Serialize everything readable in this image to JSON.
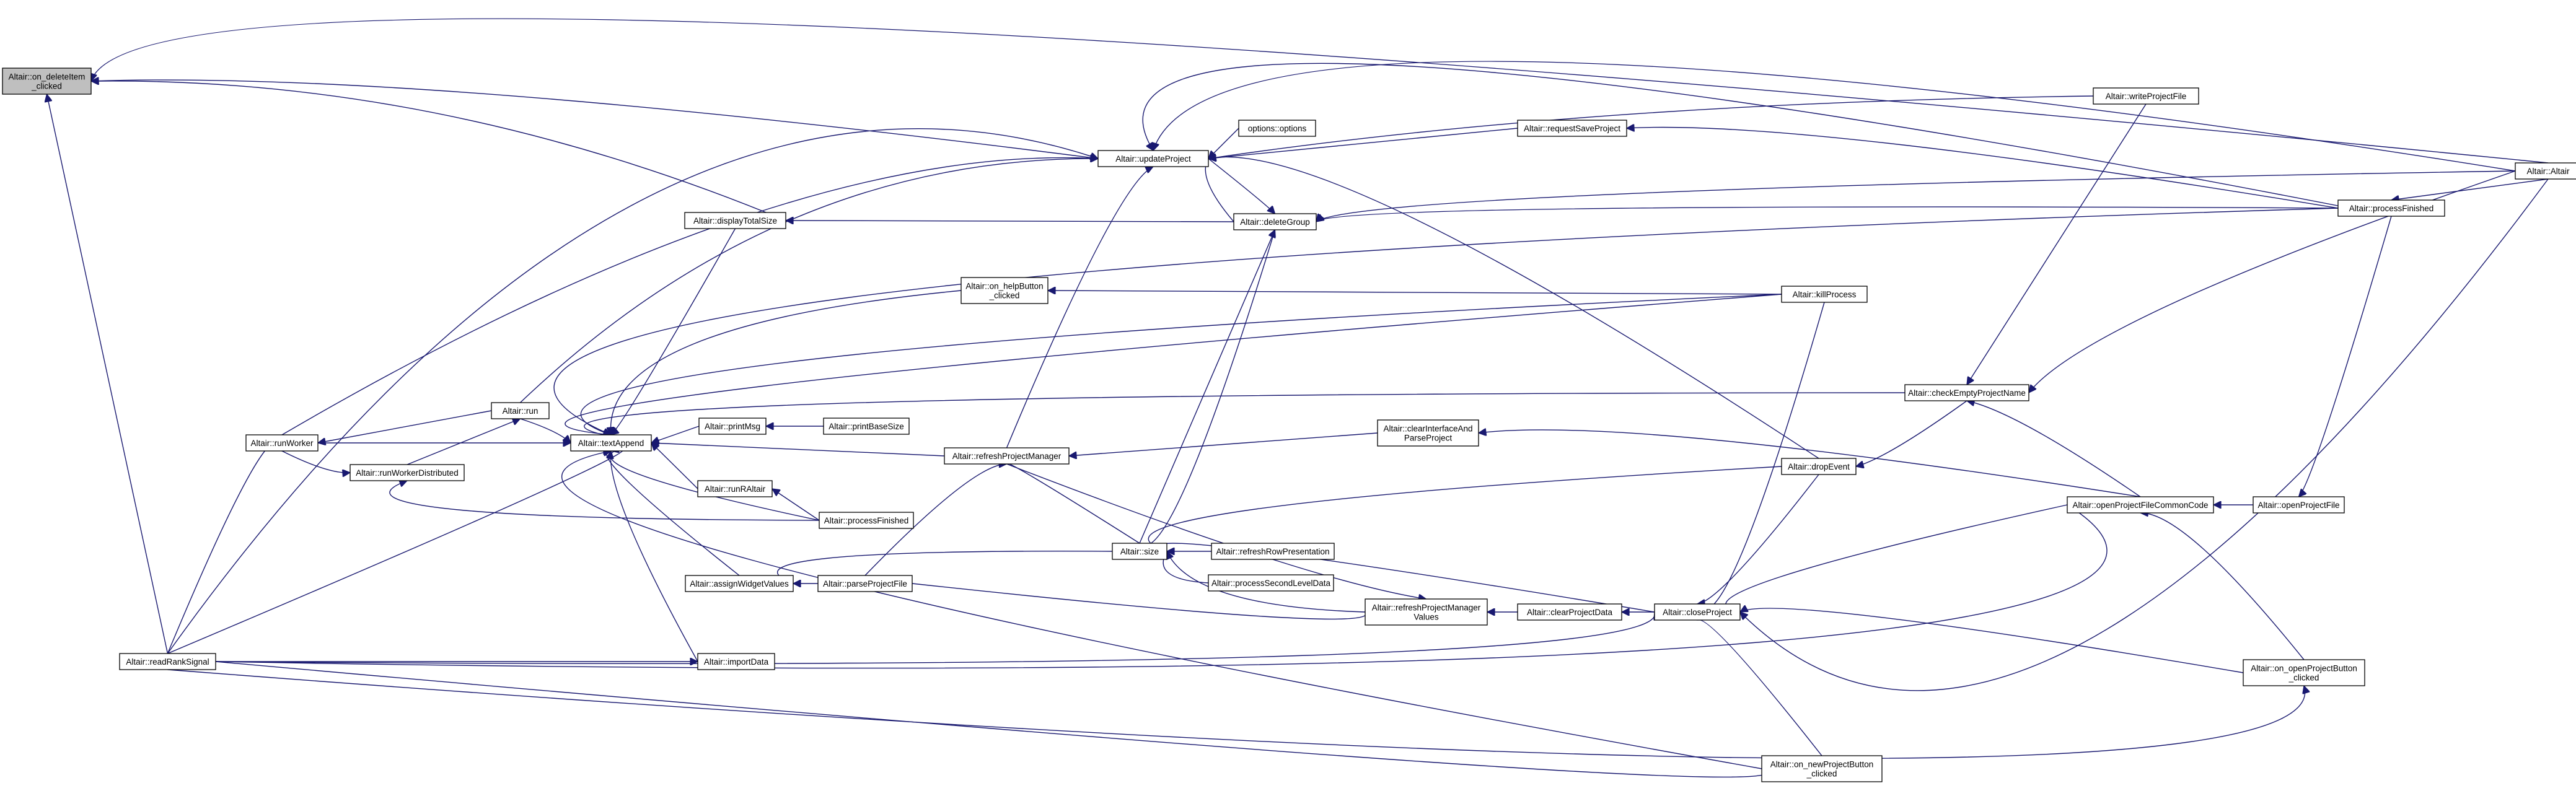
{
  "root": "on_deleteItem",
  "nodes": [
    {
      "id": "on_deleteItem",
      "lines": [
        "Altair::on_deleteItem",
        "_clicked"
      ]
    },
    {
      "id": "updateProject",
      "lines": [
        "Altair::updateProject"
      ]
    },
    {
      "id": "options",
      "lines": [
        "options::options"
      ]
    },
    {
      "id": "requestSaveProject",
      "lines": [
        "Altair::requestSaveProject"
      ]
    },
    {
      "id": "writeProjectFile",
      "lines": [
        "Altair::writeProjectFile"
      ]
    },
    {
      "id": "Altair",
      "lines": [
        "Altair::Altair"
      ]
    },
    {
      "id": "processFinishedR",
      "lines": [
        "Altair::processFinished"
      ]
    },
    {
      "id": "displayTotalSize",
      "lines": [
        "Altair::displayTotalSize"
      ]
    },
    {
      "id": "deleteGroup",
      "lines": [
        "Altair::deleteGroup"
      ]
    },
    {
      "id": "on_helpButton",
      "lines": [
        "Altair::on_helpButton",
        "_clicked"
      ]
    },
    {
      "id": "killProcess",
      "lines": [
        "Altair::killProcess"
      ]
    },
    {
      "id": "checkEmptyProjectName",
      "lines": [
        "Altair::checkEmptyProjectName"
      ]
    },
    {
      "id": "run",
      "lines": [
        "Altair::run"
      ]
    },
    {
      "id": "runWorker",
      "lines": [
        "Altair::runWorker"
      ]
    },
    {
      "id": "textAppend",
      "lines": [
        "Altair::textAppend"
      ]
    },
    {
      "id": "printMsg",
      "lines": [
        "Altair::printMsg"
      ]
    },
    {
      "id": "printBaseSize",
      "lines": [
        "Altair::printBaseSize"
      ]
    },
    {
      "id": "clearInterface",
      "lines": [
        "Altair::clearInterfaceAnd",
        "ParseProject"
      ]
    },
    {
      "id": "runWorkerDistributed",
      "lines": [
        "Altair::runWorkerDistributed"
      ]
    },
    {
      "id": "refreshProjectManager",
      "lines": [
        "Altair::refreshProjectManager"
      ]
    },
    {
      "id": "dropEvent",
      "lines": [
        "Altair::dropEvent"
      ]
    },
    {
      "id": "runRAltair",
      "lines": [
        "Altair::runRAltair"
      ]
    },
    {
      "id": "processFinishedL",
      "lines": [
        "Altair::processFinished"
      ]
    },
    {
      "id": "openProjectFileCommonCode",
      "lines": [
        "Altair::openProjectFileCommonCode"
      ]
    },
    {
      "id": "openProjectFile",
      "lines": [
        "Altair::openProjectFile"
      ]
    },
    {
      "id": "size",
      "lines": [
        "Altair::size"
      ]
    },
    {
      "id": "refreshRowPresentation",
      "lines": [
        "Altair::refreshRowPresentation"
      ]
    },
    {
      "id": "assignWidgetValues",
      "lines": [
        "Altair::assignWidgetValues"
      ]
    },
    {
      "id": "parseProjectFile",
      "lines": [
        "Altair::parseProjectFile"
      ]
    },
    {
      "id": "processSecondLevelData",
      "lines": [
        "Altair::processSecondLevelData"
      ]
    },
    {
      "id": "refreshProjectManagerValues",
      "lines": [
        "Altair::refreshProjectManager",
        "Values"
      ]
    },
    {
      "id": "clearProjectData",
      "lines": [
        "Altair::clearProjectData"
      ]
    },
    {
      "id": "closeProject",
      "lines": [
        "Altair::closeProject"
      ]
    },
    {
      "id": "readRankSignal",
      "lines": [
        "Altair::readRankSignal"
      ]
    },
    {
      "id": "importData",
      "lines": [
        "Altair::importData"
      ]
    },
    {
      "id": "on_openProjectButton",
      "lines": [
        "Altair::on_openProjectButton",
        "_clicked"
      ]
    },
    {
      "id": "on_newProjectButton",
      "lines": [
        "Altair::on_newProjectButton",
        "_clicked"
      ]
    }
  ]
}
